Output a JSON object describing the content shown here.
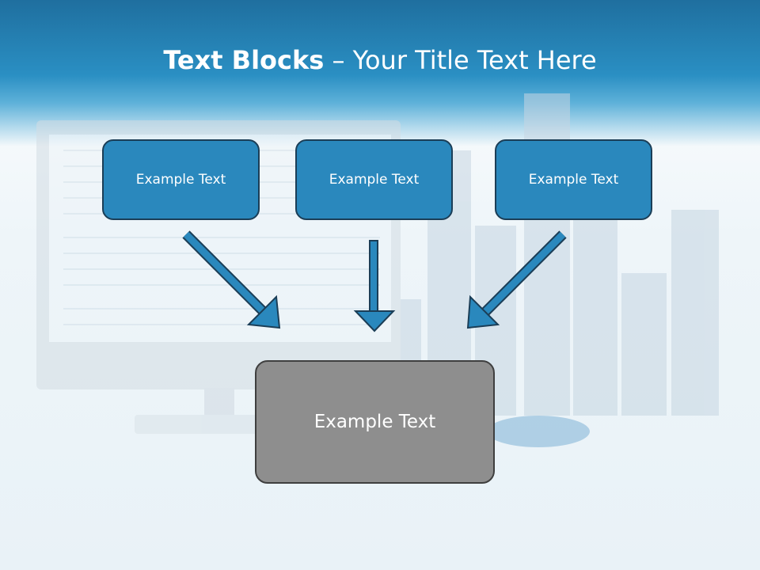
{
  "title": {
    "bold": "Text Blocks",
    "rest": " – Your Title Text Here"
  },
  "blocks": {
    "left": "Example Text",
    "middle": "Example Text",
    "right": "Example Text",
    "center": "Example Text"
  },
  "colors": {
    "header": "#2a8fc3",
    "block_fill": "#2a88bd",
    "block_border": "#1b3e57",
    "center_fill": "#8e8e8e",
    "center_border": "#3f3f3f",
    "arrow": "#2a88bd"
  },
  "icons": [
    "arrow-down-right-icon",
    "arrow-down-icon",
    "arrow-down-left-icon"
  ]
}
